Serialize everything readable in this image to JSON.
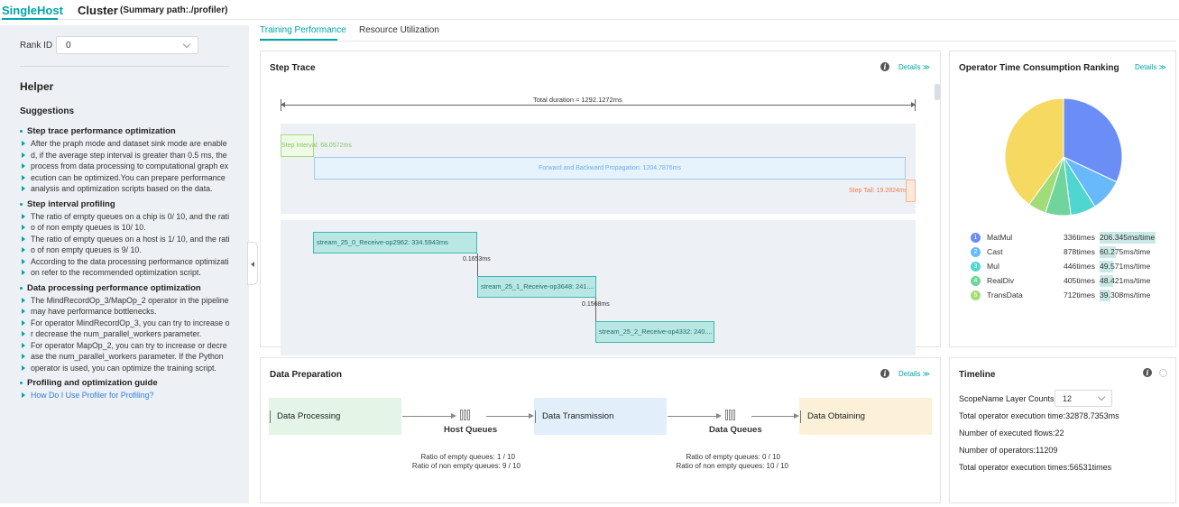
{
  "top_tabs": {
    "single_host": "SingleHost",
    "cluster": "Cluster",
    "summary_path": "(Summary path:./profiler)"
  },
  "sidebar": {
    "rank_label": "Rank ID",
    "rank_value": "0",
    "helper_title": "Helper",
    "suggestions_title": "Suggestions",
    "sections": [
      {
        "title": "Step trace performance optimization",
        "items": [
          "After the praph mode and dataset sink mode are enable",
          "d, if the average step interval is greater than 0.5 ms, the",
          "process from data processing to computational graph ex",
          "ecution can be optimized.You can prepare performance",
          "analysis and optimization scripts based on the data."
        ]
      },
      {
        "title": "Step interval profiling",
        "items": [
          "The ratio of empty queues on a chip is 0/ 10, and the rati",
          "o of non empty queues is 10/ 10.",
          "The ratio of empty queues on a host is 1/ 10, and the rati",
          "o of non empty queues is 9/ 10.",
          "According to the data processing performance optimizati",
          "on refer to the recommended optimization script."
        ]
      },
      {
        "title": "Data processing performance optimization",
        "items": [
          "The MindRecordOp_3/MapOp_2 operator in the pipeline",
          "may have performance bottlenecks.",
          "For operator MindRecordOp_3, you can try to increase o",
          "r decrease the num_parallel_workers parameter.",
          "For operator MapOp_2, you can try to increase or decre",
          "ase the num_parallel_workers parameter. If the Python",
          "operator is used, you can optimize the training script."
        ]
      },
      {
        "title": "Profiling and optimization guide",
        "items": [
          "How Do I Use Profiler for Profiling?"
        ]
      }
    ]
  },
  "main_tabs": {
    "training": "Training Performance",
    "resource": "Resource Utilization"
  },
  "step_trace": {
    "title": "Step Trace",
    "details": "Details ≫",
    "total_duration": "Total duration ≈ 1292.1272ms",
    "step_interval": "Step Interval: 68.0572ms",
    "fp_bp": "Forward and Backward Propagation: 1204.7876ms",
    "step_tail": "Step Tail: 19.2824ms",
    "streams": [
      {
        "label": "stream_25_0_Receive-op2962: 334.5943ms"
      },
      {
        "label": "stream_25_1_Receive-op3648: 241...."
      },
      {
        "label": "stream_25_2_Receive-op4332: 240...."
      }
    ],
    "gaps": [
      "0.1653ms",
      "0.1568ms"
    ]
  },
  "ranking": {
    "title": "Operator Time Consumption Ranking",
    "details": "Details ≫",
    "rows": [
      {
        "rank": "1",
        "name": "MatMul",
        "times": "336times",
        "avg": "206.345ms/time",
        "color": "#6a8ef5",
        "hl": 62
      },
      {
        "rank": "2",
        "name": "Cast",
        "times": "878times",
        "avg": "60.275ms/time",
        "color": "#68b9fb",
        "hl": 18
      },
      {
        "rank": "3",
        "name": "Mul",
        "times": "446times",
        "avg": "49.571ms/time",
        "color": "#4fd6d1",
        "hl": 15
      },
      {
        "rank": "4",
        "name": "RealDiv",
        "times": "405times",
        "avg": "48.421ms/time",
        "color": "#6fd59d",
        "hl": 15
      },
      {
        "rank": "5",
        "name": "TransData",
        "times": "712times",
        "avg": "39.308ms/time",
        "color": "#a2dc78",
        "hl": 12
      }
    ],
    "pie_slices": [
      {
        "value": 32,
        "color": "#6a8ef5"
      },
      {
        "value": 9,
        "color": "#68b9fb"
      },
      {
        "value": 7,
        "color": "#4fd6d1"
      },
      {
        "value": 7,
        "color": "#6fd59d"
      },
      {
        "value": 5,
        "color": "#a2dc78"
      },
      {
        "value": 40,
        "color": "#f6d960"
      }
    ]
  },
  "data_prep": {
    "title": "Data Preparation",
    "details": "Details ≫",
    "processing": "Data Processing",
    "transmission": "Data Transmission",
    "obtaining": "Data Obtaining",
    "host_queues": "Host Queues",
    "data_queues": "Data Queues",
    "host_ratio_empty": "Ratio of empty queues: 1 / 10",
    "host_ratio_nonempty": "Ratio of non empty queues: 9 / 10",
    "data_ratio_empty": "Ratio of empty queues: 0 / 10",
    "data_ratio_nonempty": "Ratio of non empty queues: 10 / 10"
  },
  "timeline": {
    "title": "Timeline",
    "scope_label": "ScopeName Layer Counts:",
    "scope_value": "12",
    "exec_time": "Total operator execution time:32878.7353ms",
    "flows": "Number of executed flows:22",
    "operators": "Number of operators:11209",
    "exec_times": "Total operator execution times:56531times"
  }
}
